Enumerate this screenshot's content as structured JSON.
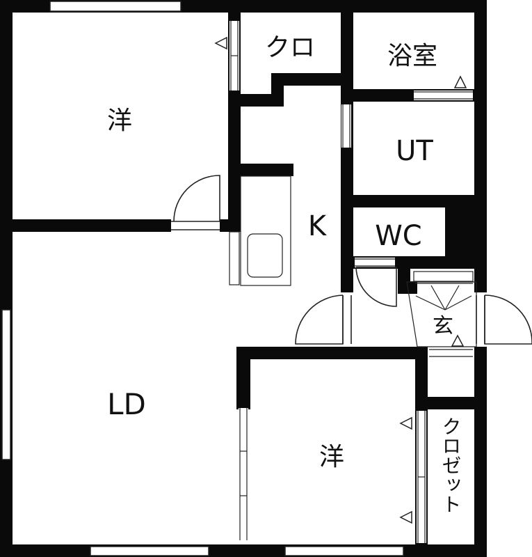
{
  "rooms": {
    "western_top": "洋",
    "closet_small": "クロ",
    "bathroom": "浴室",
    "utility": "UT",
    "kitchen": "K",
    "toilet": "WC",
    "living_dining": "LD",
    "entrance": "玄",
    "western_bottom": "洋",
    "closet_vertical": "クロゼット"
  }
}
